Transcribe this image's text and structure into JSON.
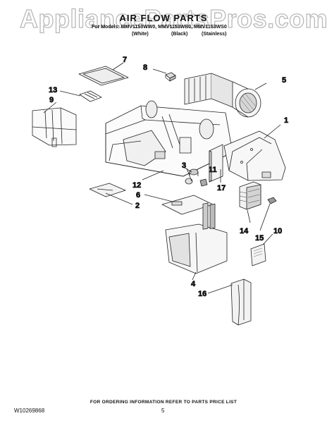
{
  "watermark": "AppliancePartsPros.com",
  "header": {
    "title": "AIR FLOW PARTS",
    "models_line": "For Models: MMV1153WW0, MMV1153WB0, MMV1153WS0",
    "finishes": [
      "(White)",
      "(Black)",
      "(Stainless)"
    ]
  },
  "callouts": {
    "c1": "1",
    "c2": "2",
    "c3": "3",
    "c4": "4",
    "c5": "5",
    "c6": "6",
    "c7": "7",
    "c8": "8",
    "c9": "9",
    "c10": "10",
    "c11": "11",
    "c12": "12",
    "c13": "13",
    "c14": "14",
    "c15": "15",
    "c16": "16",
    "c17": "17"
  },
  "footer": {
    "ordering_note": "FOR ORDERING INFORMATION REFER TO PARTS PRICE LIST",
    "doc_number": "W10269868",
    "page_number": "5"
  }
}
